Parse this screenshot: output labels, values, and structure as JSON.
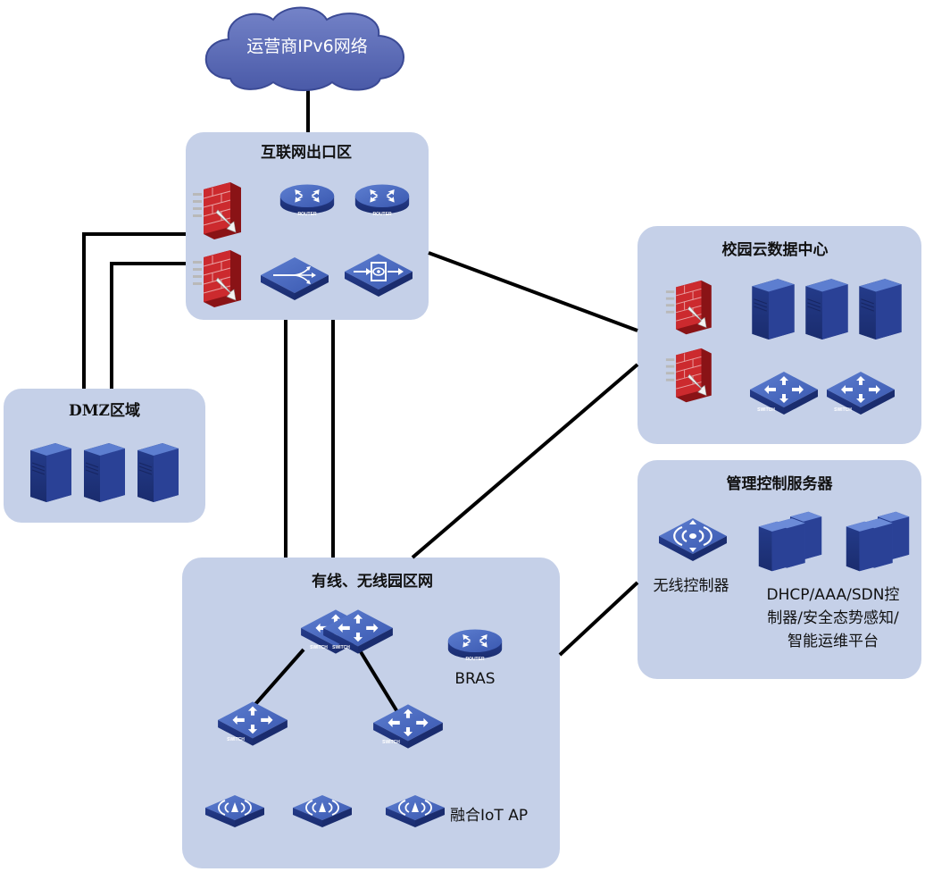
{
  "cloud": {
    "label": "运营商IPv6网络"
  },
  "zones": {
    "internet_exit": {
      "title": "互联网出口区"
    },
    "dmz": {
      "title": "DMZ区域"
    },
    "campus_cloud_dc": {
      "title": "校园云数据中心"
    },
    "management_servers": {
      "title": "管理控制服务器",
      "wireless_controller_label": "无线控制器",
      "controllers_label_lines": [
        "DHCP/AAA/SDN控",
        "制器/安全态势感知/",
        "智能运维平台"
      ]
    },
    "campus_network": {
      "title": "有线、无线园区网",
      "bras_label": "BRAS",
      "ap_label": "融合IoT AP"
    }
  },
  "device_tags": {
    "router": "ROUTER",
    "switch": "SWITCH"
  },
  "colors": {
    "zone_fill": "#c5d0e8",
    "cloud_fill": "#5a6ab8",
    "device_blue": "#2f4a9e",
    "firewall_red": "#c8252a",
    "link": "#000000"
  },
  "icons": [
    "cloud-icon",
    "firewall-icon",
    "router-icon",
    "load-balancer-icon",
    "ips-icon",
    "server-icon",
    "switch-icon",
    "wireless-controller-icon",
    "server-cluster-icon",
    "ap-icon"
  ]
}
